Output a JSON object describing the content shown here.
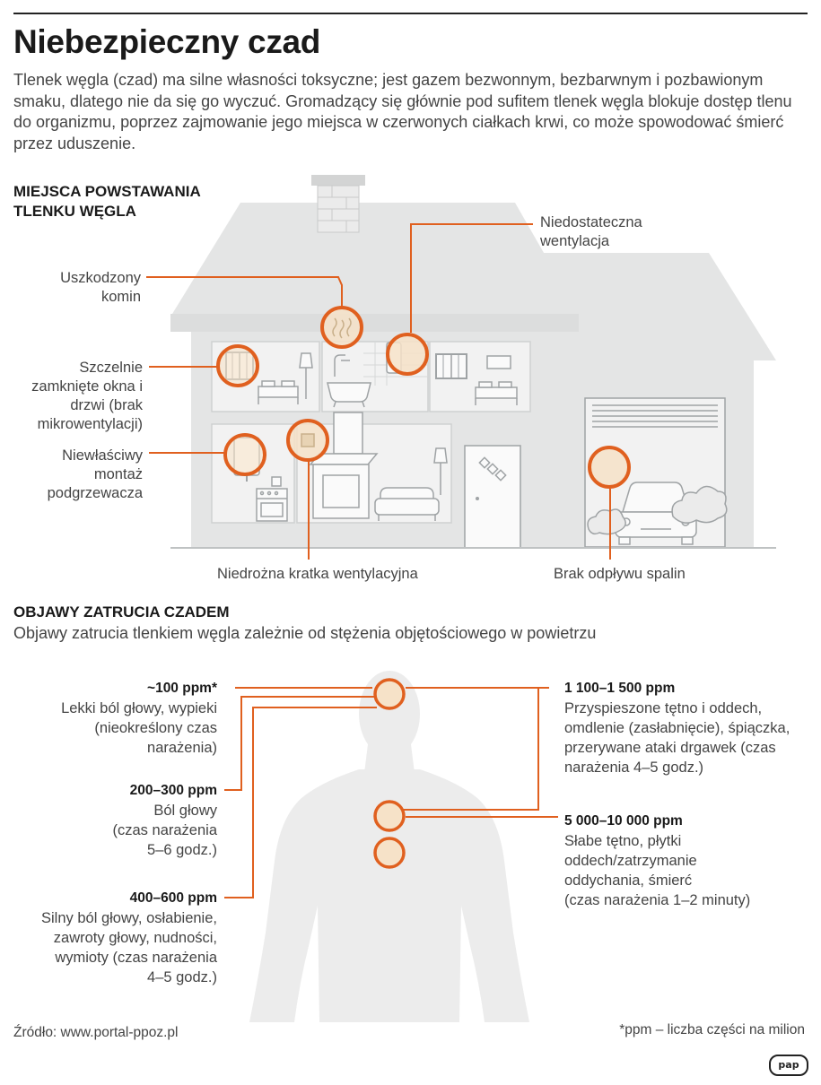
{
  "header": {
    "title": "Niebezpieczny czad",
    "intro": "Tlenek węgla (czad) ma silne własności toksyczne; jest gazem bezwonnym, bezbarwnym i pozbawionym smaku, dlatego nie da się go wyczuć. Gromadzący się głównie pod sufitem tlenek węgla blokuje dostęp tlenu do organizmu, poprzez zajmowanie jego miejsca w czerwonych ciałkach krwi, co może spowodować śmierć przez uduszenie."
  },
  "sources": {
    "heading_line1": "MIEJSCA POWSTAWANIA",
    "heading_line2": "TLENKU WĘGLA",
    "items": [
      {
        "lines": [
          "Uszkodzony",
          "komin"
        ]
      },
      {
        "lines": [
          "Niedostateczna",
          "wentylacja"
        ]
      },
      {
        "lines": [
          "Szczelnie",
          "zamknięte okna i",
          "drzwi (brak",
          "mikrowentylacji)"
        ]
      },
      {
        "lines": [
          "Niewłaściwy",
          "montaż",
          "podgrzewacza"
        ]
      },
      {
        "lines": [
          "Niedrożna kratka wentylacyjna"
        ]
      },
      {
        "lines": [
          "Brak odpływu spalin"
        ]
      }
    ]
  },
  "symptoms": {
    "heading": "OBJAWY ZATRUCIA CZADEM",
    "subtitle": "Objawy zatrucia tlenkiem węgla zależnie od stężenia objętościowego w powietrzu",
    "levels": [
      {
        "range": "~100 ppm*",
        "lines": [
          "Lekki ból głowy, wypieki",
          "(nieokreślony czas",
          "narażenia)"
        ]
      },
      {
        "range": "200–300 ppm",
        "lines": [
          "Ból głowy",
          "(czas narażenia",
          "5–6 godz.)"
        ]
      },
      {
        "range": "400–600 ppm",
        "lines": [
          "Silny ból głowy, osłabienie,",
          "zawroty głowy, nudności,",
          "wymioty (czas narażenia",
          "4–5 godz.)"
        ]
      },
      {
        "range": "1 100–1 500 ppm",
        "lines": [
          "Przyspieszone tętno i oddech,",
          "omdlenie (zasłabnięcie), śpiączka,",
          "przerywane ataki drgawek (czas",
          "narażenia 4–5 godz.)"
        ]
      },
      {
        "range": "5 000–10 000 ppm",
        "lines": [
          "Słabe tętno, płytki",
          "oddech/zatrzymanie",
          "oddychania, śmierć",
          "(czas narażenia 1–2 minuty)"
        ]
      }
    ]
  },
  "footer": {
    "source": "Źródło: www.portal-ppoz.pl",
    "note": "*ppm – liczba części na milion",
    "logo": "pap"
  },
  "colors": {
    "accent": "#e0601f",
    "house": "#e6e7e7",
    "detail": "#9fa3a5",
    "marker_fill": "#f6e2c8",
    "body": "#ececec"
  }
}
